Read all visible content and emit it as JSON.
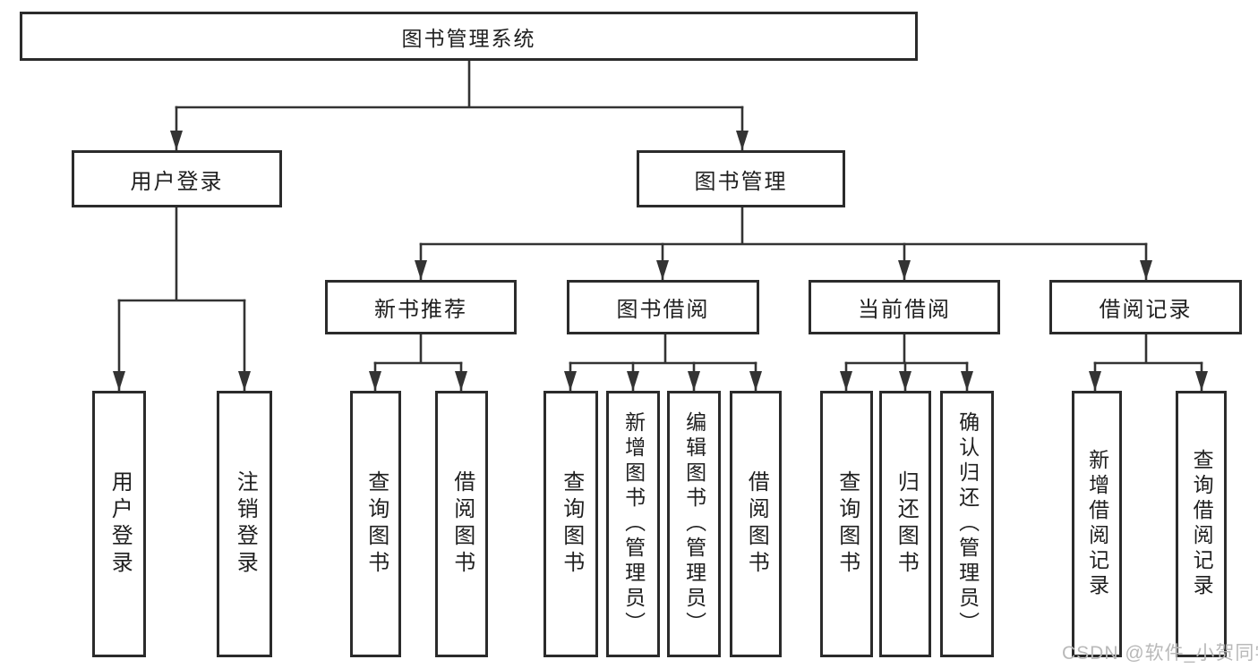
{
  "tree": {
    "root": "图书管理系统",
    "level2": [
      {
        "label": "用户登录",
        "children": [
          {
            "label": "用户登录"
          },
          {
            "label": "注销登录"
          }
        ]
      },
      {
        "label": "图书管理",
        "sections": [
          {
            "label": "新书推荐",
            "children": [
              {
                "label": "查询图书"
              },
              {
                "label": "借阅图书"
              }
            ]
          },
          {
            "label": "图书借阅",
            "children": [
              {
                "label": "查询图书"
              },
              {
                "label": "新增图书（管理员）"
              },
              {
                "label": "编辑图书（管理员）"
              },
              {
                "label": "借阅图书"
              }
            ]
          },
          {
            "label": "当前借阅",
            "children": [
              {
                "label": "查询图书"
              },
              {
                "label": "归还图书"
              },
              {
                "label": "确认归还（管理员）"
              }
            ]
          },
          {
            "label": "借阅记录",
            "children": [
              {
                "label": "新增借阅记录"
              },
              {
                "label": "查询借阅记录"
              }
            ]
          }
        ]
      }
    ]
  },
  "watermark": {
    "text": "CSDN @软件_小贺同学"
  },
  "colors": {
    "line": "#333333",
    "box_border": "#2b2b2b",
    "text": "#1f1f1f",
    "watermark": "#b9b9b9",
    "background": "#ffffff"
  }
}
